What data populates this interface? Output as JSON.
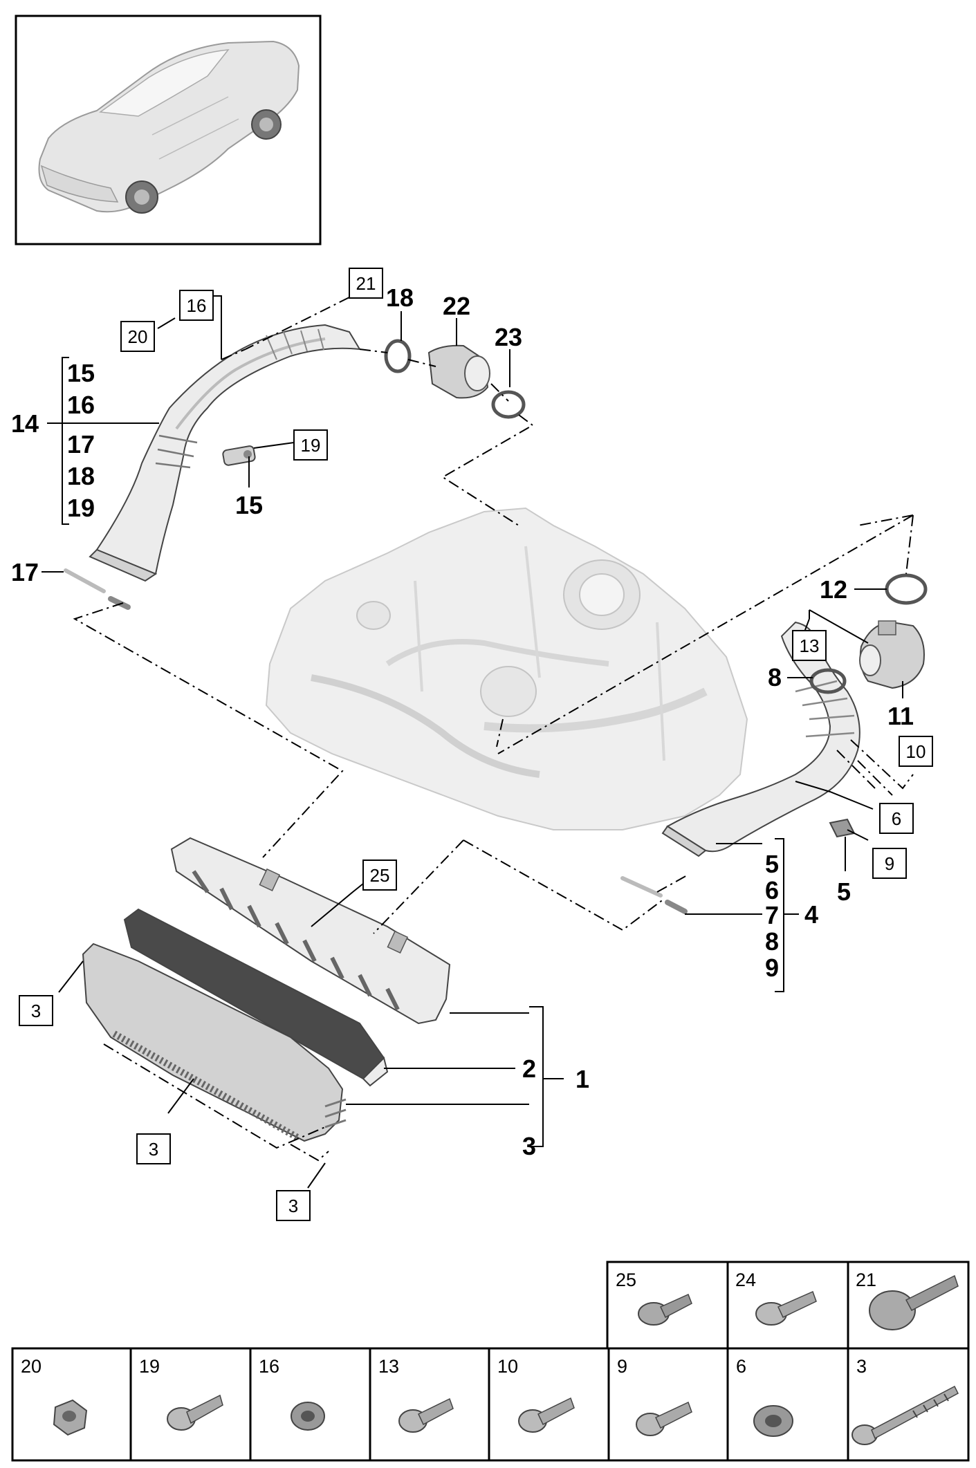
{
  "callouts": {
    "c1": "1",
    "c2": "2",
    "c3": "3",
    "c4": "4",
    "c5": "5",
    "c6": "6",
    "c7": "7",
    "c8": "8",
    "c9": "9",
    "c5b": "5",
    "c8b": "8",
    "c11": "11",
    "c12": "12",
    "c14": "14",
    "c15": "15",
    "c16": "16",
    "c17": "17",
    "c18": "18",
    "c19": "19",
    "c15b": "15",
    "c17b": "17",
    "c18b": "18",
    "c22": "22",
    "c23": "23"
  },
  "boxed": {
    "b3a": "3",
    "b3b": "3",
    "b3c": "3",
    "b6": "6",
    "b9": "9",
    "b10": "10",
    "b13": "13",
    "b16": "16",
    "b19": "19",
    "b20": "20",
    "b21": "21",
    "b25": "25"
  },
  "fastener_table": {
    "top_row": [
      "25",
      "24",
      "21"
    ],
    "bottom_row": [
      "20",
      "19",
      "16",
      "13",
      "10",
      "9",
      "6",
      "3"
    ]
  }
}
